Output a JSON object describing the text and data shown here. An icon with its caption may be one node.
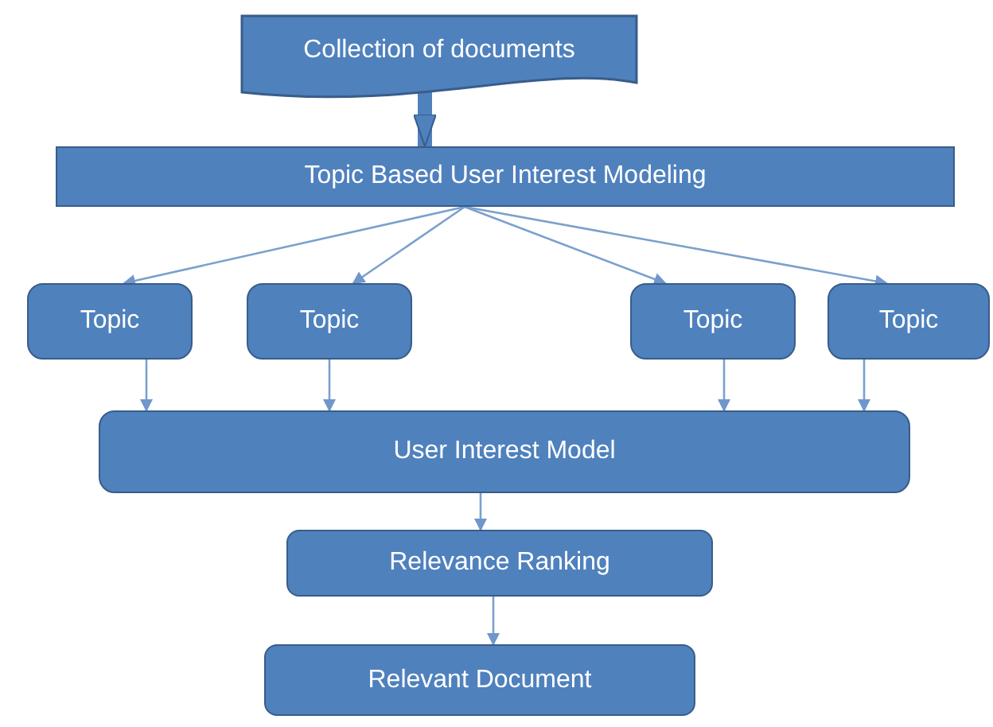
{
  "diagram": {
    "nodes": [
      {
        "text": [
          "Collection of documents"
        ]
      },
      {
        "text": [
          "Topic Based User Interest Modeling"
        ]
      },
      {
        "text": [
          "Topic"
        ]
      },
      {
        "text": [
          "Topic"
        ]
      },
      {
        "text": [
          "Topic"
        ]
      },
      {
        "text": [
          "Topic"
        ]
      },
      {
        "text": [
          "User Interest Model"
        ]
      },
      {
        "text": [
          "Relevance Ranking"
        ]
      },
      {
        "text": [
          "Relevant Document"
        ]
      }
    ],
    "edges": [
      {
        "from": 0,
        "to": 1,
        "arrow": "to",
        "style": "thick",
        "color": "#4f81bd"
      },
      {
        "from": 1,
        "to": 2,
        "arrow": "to"
      },
      {
        "from": 1,
        "to": 3,
        "arrow": "to"
      },
      {
        "from": 1,
        "to": 4,
        "arrow": "to"
      },
      {
        "from": 1,
        "to": 5,
        "arrow": "to"
      },
      {
        "from": 2,
        "to": 6,
        "arrow": "to"
      },
      {
        "from": 3,
        "to": 6,
        "arrow": "to"
      },
      {
        "from": 4,
        "to": 6,
        "arrow": "to"
      },
      {
        "from": 5,
        "to": 6,
        "arrow": "to"
      },
      {
        "from": 6,
        "to": 7,
        "arrow": "to"
      },
      {
        "from": 7,
        "to": 8,
        "arrow": "to"
      }
    ]
  }
}
